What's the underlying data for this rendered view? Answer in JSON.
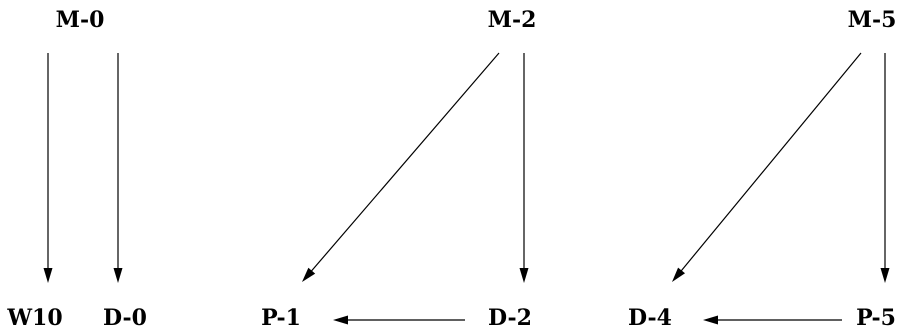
{
  "nodes": [
    {
      "id": "M-0",
      "label": "M-0"
    },
    {
      "id": "M-2",
      "label": "M-2"
    },
    {
      "id": "M-5",
      "label": "M-5"
    },
    {
      "id": "W10",
      "label": "W10"
    },
    {
      "id": "D-0",
      "label": "D-0"
    },
    {
      "id": "P-1",
      "label": "P-1"
    },
    {
      "id": "D-2",
      "label": "D-2"
    },
    {
      "id": "D-4",
      "label": "D-4"
    },
    {
      "id": "P-5",
      "label": "P-5"
    }
  ],
  "edges": [
    {
      "from": "M-0",
      "to": "W10"
    },
    {
      "from": "M-0",
      "to": "D-0"
    },
    {
      "from": "M-2",
      "to": "P-1"
    },
    {
      "from": "M-2",
      "to": "D-2"
    },
    {
      "from": "D-2",
      "to": "P-1"
    },
    {
      "from": "M-5",
      "to": "D-4"
    },
    {
      "from": "M-5",
      "to": "P-5"
    },
    {
      "from": "P-5",
      "to": "D-4"
    }
  ]
}
